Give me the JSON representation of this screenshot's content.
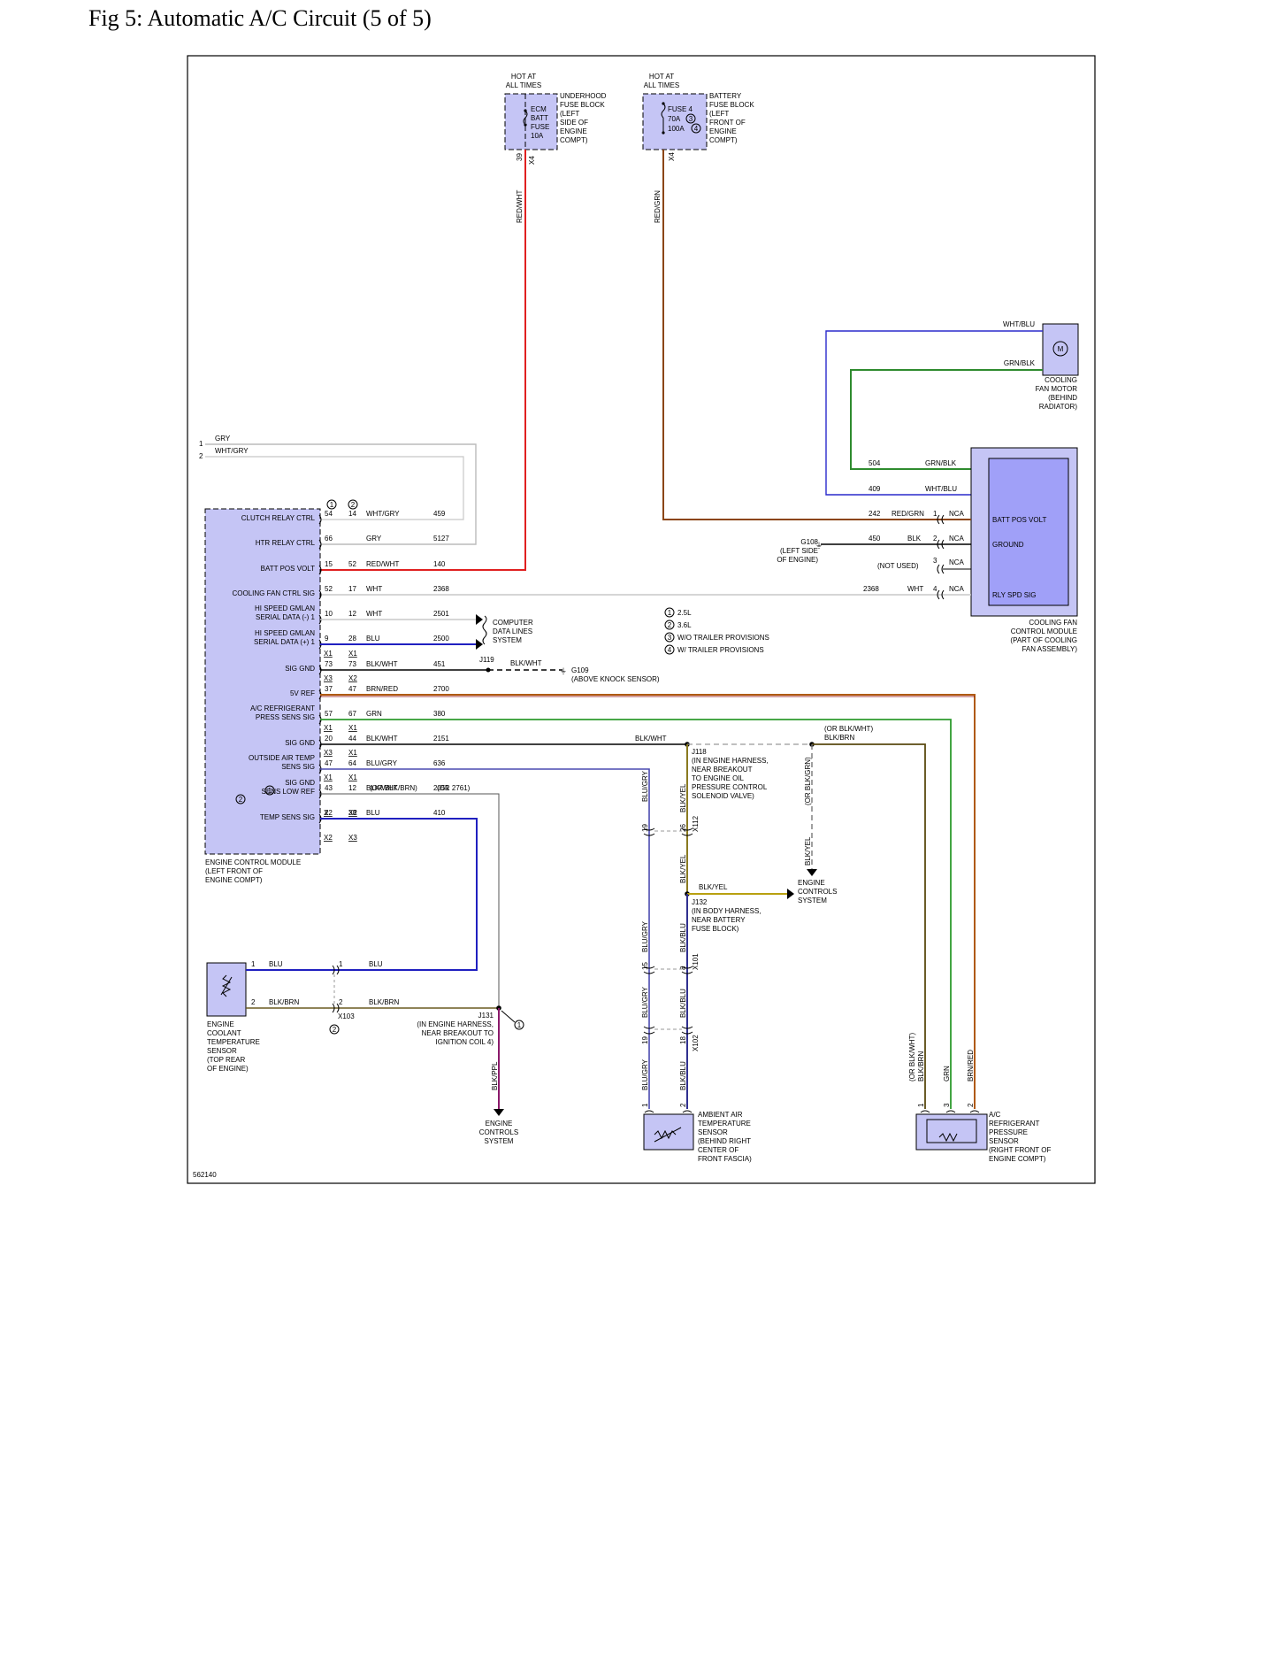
{
  "title": "Fig 5: Automatic A/C Circuit (5 of 5)",
  "diagram_id": "562140",
  "hot_at_all_times": "HOT AT\nALL TIMES",
  "underhood_fuse_block": {
    "label": "UNDERHOOD\nFUSE BLOCK\n(LEFT\nSIDE OF\nENGINE\nCOMPT)",
    "fuse": "ECM\nBATT\nFUSE\n10A",
    "connector": "X4",
    "pin": "39"
  },
  "battery_fuse_block": {
    "label": "BATTERY\nFUSE BLOCK\n(LEFT\nFRONT OF\nENGINE\nCOMPT)",
    "fuse4": "FUSE 4",
    "amp_70": "70A",
    "amp_100": "100A",
    "note3": "3",
    "note4": "4",
    "connector": "X4"
  },
  "wire_colors": {
    "red_wht": "RED/WHT",
    "red_grn": "RED/GRN",
    "wht_blu": "WHT/BLU",
    "grn_blk": "GRN/BLK",
    "gry": "GRY",
    "wht_gry": "WHT/GRY",
    "blk": "BLK",
    "wht": "WHT",
    "blu": "BLU",
    "blk_wht": "BLK/WHT",
    "brn_red": "BRN/RED",
    "grn": "GRN",
    "blu_gry": "BLU/GRY",
    "blk_brn": "BLK/BRN",
    "blk_yel": "BLK/YEL",
    "blk_blu": "BLK/BLU",
    "blk_ppl": "BLK/PPL",
    "or_blk_wht": "(OR BLK/WHT)",
    "or_blk_brn": "(OR BLK/BRN)",
    "or_blk_grn": "(OR BLK/GRN)",
    "or_2761": "(OR 2761)"
  },
  "cooling_fan_motor": {
    "label": "COOLING\nFAN MOTOR\n(BEHIND\nRADIATOR)",
    "symbol": "M"
  },
  "cooling_fan_module": {
    "label": "COOLING FAN\nCONTROL MODULE\n(PART OF COOLING\nFAN ASSEMBLY)",
    "pins": [
      "BATT POS VOLT",
      "GROUND",
      "RLY SPD SIG"
    ],
    "nca": "NCA",
    "not_used": "(NOT USED)"
  },
  "g108": "G108\n(LEFT SIDE\nOF ENGINE)",
  "g109": "G109\n(ABOVE KNOCK SENSOR)",
  "j119": "J119",
  "computer_data_lines": "COMPUTER\nDATA LINES\nSYSTEM",
  "legend": [
    "2.5L",
    "3.6L",
    "W/O TRAILER PROVISIONS",
    "W/ TRAILER PROVISIONS"
  ],
  "ecm": {
    "label": "ENGINE CONTROL MODULE\n(LEFT FRONT OF\nENGINE COMPT)",
    "pins": [
      {
        "name": "CLUTCH RELAY CTRL",
        "p1": "54",
        "p2": "14",
        "color": "WHT/GRY",
        "circuit": "459"
      },
      {
        "name": "HTR RELAY CTRL",
        "p1": "66",
        "p2": "",
        "color": "GRY",
        "circuit": "5127"
      },
      {
        "name": "BATT POS VOLT",
        "p1": "15",
        "p2": "52",
        "color": "RED/WHT",
        "circuit": "140"
      },
      {
        "name": "COOLING FAN CTRL SIG",
        "p1": "52",
        "p2": "17",
        "color": "WHT",
        "circuit": "2368"
      },
      {
        "name": "HI SPEED GMLAN\nSERIAL DATA (-) 1",
        "p1": "10",
        "p2": "12",
        "color": "WHT",
        "circuit": "2501"
      },
      {
        "name": "HI SPEED GMLAN\nSERIAL DATA (+) 1",
        "p1": "9",
        "p2": "28",
        "color": "BLU",
        "circuit": "2500"
      },
      {
        "name": "SIG GND",
        "p1": "73",
        "p2": "73",
        "color": "BLK/WHT",
        "circuit": "451"
      },
      {
        "name": "5V REF",
        "p1": "37",
        "p2": "47",
        "color": "BRN/RED",
        "circuit": "2700"
      },
      {
        "name": "A/C REFRIGERANT\nPRESS SENS SIG",
        "p1": "57",
        "p2": "67",
        "color": "GRN",
        "circuit": "380"
      },
      {
        "name": "SIG GND",
        "p1": "20",
        "p2": "44",
        "color": "BLK/WHT",
        "circuit": "2151"
      },
      {
        "name": "OUTSIDE AIR TEMP\nSENS SIG",
        "p1": "47",
        "p2": "64",
        "color": "BLU/GRY",
        "circuit": "636"
      },
      {
        "name": "SIG GND\nSENS LOW REF",
        "p1": "43",
        "p2": "12",
        "color": "BLK/WHT",
        "circuit": "2051"
      },
      {
        "name": "TEMP SENS SIG",
        "p1": "2",
        "p2": "38",
        "color": "BLU",
        "circuit": "410"
      }
    ]
  },
  "j118": "J118\n(IN ENGINE HARNESS,\nNEAR BREAKOUT\nTO ENGINE OIL\nPRESSURE CONTROL\nSOLENOID VALVE)",
  "j132": "J132\n(IN BODY HARNESS,\nNEAR BATTERY\nFUSE BLOCK)",
  "j131": "J131\n(IN ENGINE HARNESS,\nNEAR BREAKOUT TO\nIGNITION COIL 4)",
  "engine_controls_system": "ENGINE\nCONTROLS\nSYSTEM",
  "ect_sensor": "ENGINE\nCOOLANT\nTEMPERATURE\nSENSOR\n(TOP REAR\nOF ENGINE)",
  "aat_sensor": "AMBIENT AIR\nTEMPERATURE\nSENSOR\n(BEHIND RIGHT\nCENTER OF\nFRONT FASCIA)",
  "ac_pressure_sensor": "A/C\nREFRIGERANT\nPRESSURE\nSENSOR\n(RIGHT FRONT OF\nENGINE COMPT)",
  "connectors": {
    "x1": "X1",
    "x2": "X2",
    "x3": "X3",
    "x101": "X101",
    "x102": "X102",
    "x103": "X103",
    "x112": "X112"
  },
  "circuits": {
    "c504": "504",
    "c409": "409",
    "c242": "242",
    "c450": "450",
    "c2368": "2368"
  },
  "misc_pins": {
    "p1": "1",
    "p2": "2",
    "p3": "3",
    "p4": "4",
    "p8": "8",
    "p9": "9",
    "p15": "15",
    "p18": "18",
    "p19": "19",
    "p26": "26",
    "p39": "39"
  }
}
